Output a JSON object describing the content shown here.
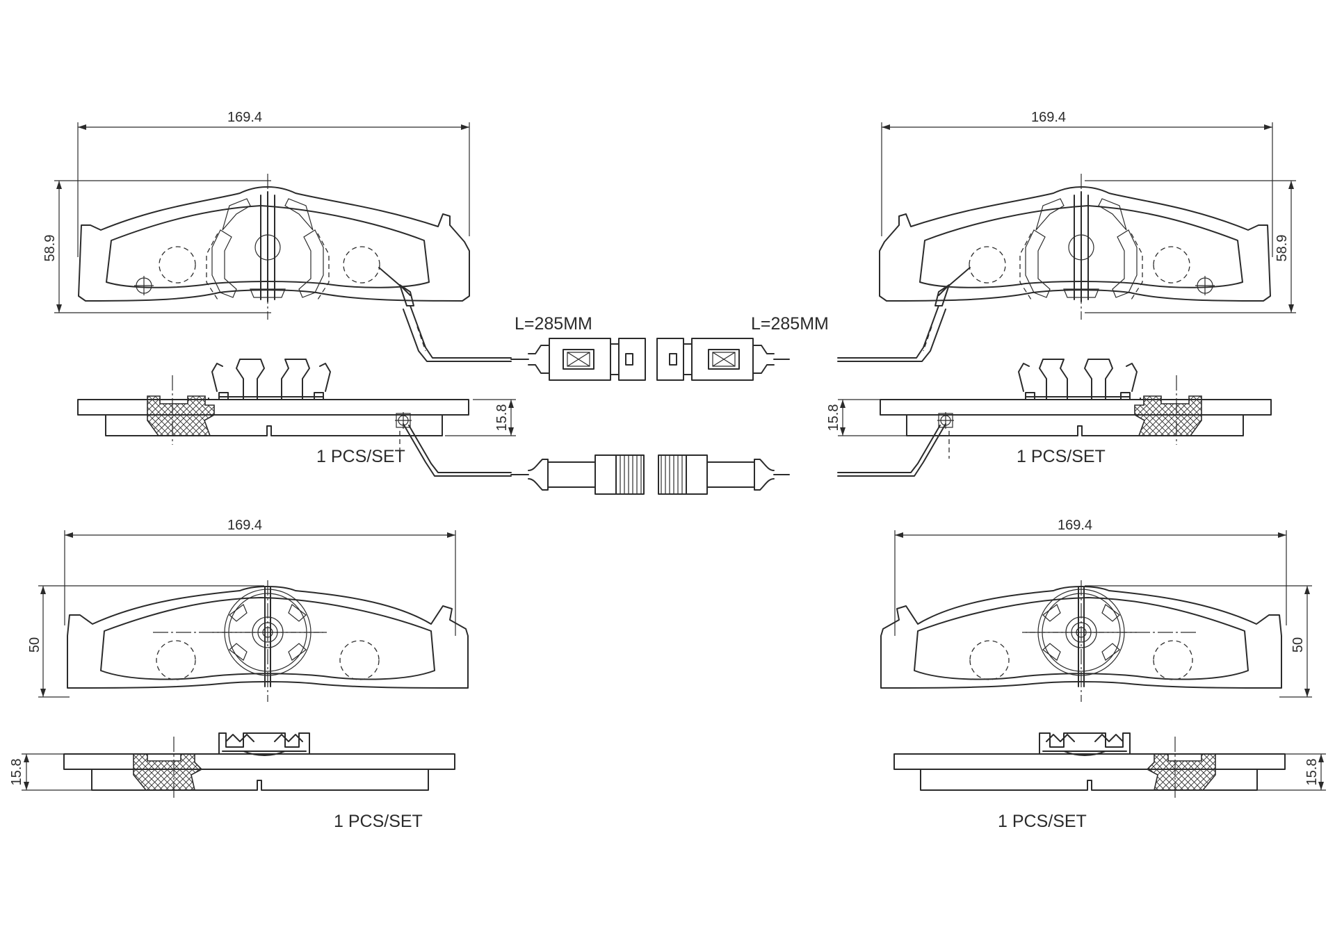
{
  "drawing": {
    "dimensions": {
      "top_left_width": "169.4",
      "top_left_height": "58.9",
      "top_right_width": "169.4",
      "top_right_height": "58.9",
      "top_left_thickness": "15.8",
      "top_right_thickness": "15.8",
      "bottom_left_width": "169.4",
      "bottom_left_height": "50",
      "bottom_right_width": "169.4",
      "bottom_right_height": "50",
      "bottom_left_thickness": "15.8",
      "bottom_right_thickness": "15.8"
    },
    "wire_length_left": "L=285MM",
    "wire_length_right": "L=285MM",
    "qty_top_left": "1   PCS/SET",
    "qty_top_right": "1   PCS/SET",
    "qty_bottom_left": "1   PCS/SET",
    "qty_bottom_right": "1   PCS/SET"
  }
}
